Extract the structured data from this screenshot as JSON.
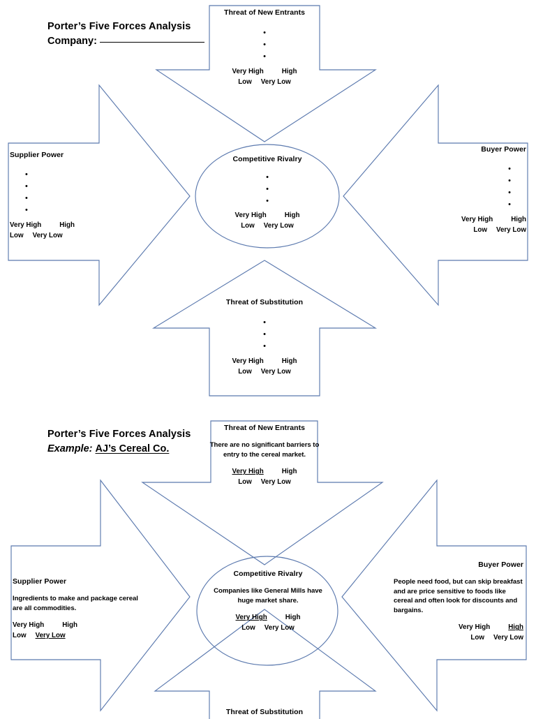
{
  "document": {
    "kind": "Porter's Five Forces Analysis worksheet",
    "stroke_color": "#5b79ae",
    "text_color": "#000000",
    "background": "#ffffff"
  },
  "scale_options": [
    "Very High",
    "High",
    "Low",
    "Very Low"
  ],
  "diagrams": [
    {
      "id": "blank-template",
      "title": {
        "line1": "Porter’s Five Forces Analysis",
        "line2_label": "Company:",
        "line2_rule": "________________"
      },
      "forces": {
        "top": {
          "heading": "Threat of New Entrants",
          "bullet_count": 3,
          "body": "",
          "selected": ""
        },
        "left": {
          "heading": "Supplier Power",
          "bullet_count": 4,
          "body": "",
          "selected": ""
        },
        "center": {
          "heading": "Competitive Rivalry",
          "bullet_count": 3,
          "body": "",
          "selected": ""
        },
        "right": {
          "heading": "Buyer Power",
          "bullet_count": 4,
          "body": "",
          "selected": ""
        },
        "bottom": {
          "heading": "Threat of Substitution",
          "bullet_count": 3,
          "body": "",
          "selected": ""
        }
      }
    },
    {
      "id": "example-ajs-cereal",
      "title": {
        "line1": "Porter’s Five Forces Analysis",
        "line2_label": "Example:",
        "line2_value": "AJ’s Cereal Co."
      },
      "forces": {
        "top": {
          "heading": "Threat of New Entrants",
          "bullet_count": 0,
          "body": "There are no significant barriers to entry to the cereal market.",
          "selected": "Very High"
        },
        "left": {
          "heading": "Supplier Power",
          "bullet_count": 0,
          "body": "Ingredients to make and package cereal are all commodities.",
          "selected": "Very Low"
        },
        "center": {
          "heading": "Competitive Rivalry",
          "bullet_count": 0,
          "body": "Companies like General Mills have huge market share.",
          "selected": "Very High"
        },
        "right": {
          "heading": "Buyer Power",
          "bullet_count": 0,
          "body": "People need food, but can skip breakfast and are price sensitive to foods like cereal and often look for discounts and bargains.",
          "selected": "High"
        },
        "bottom": {
          "heading": "Threat of Substitution",
          "bullet_count": 0,
          "body": "",
          "selected": ""
        }
      }
    }
  ]
}
